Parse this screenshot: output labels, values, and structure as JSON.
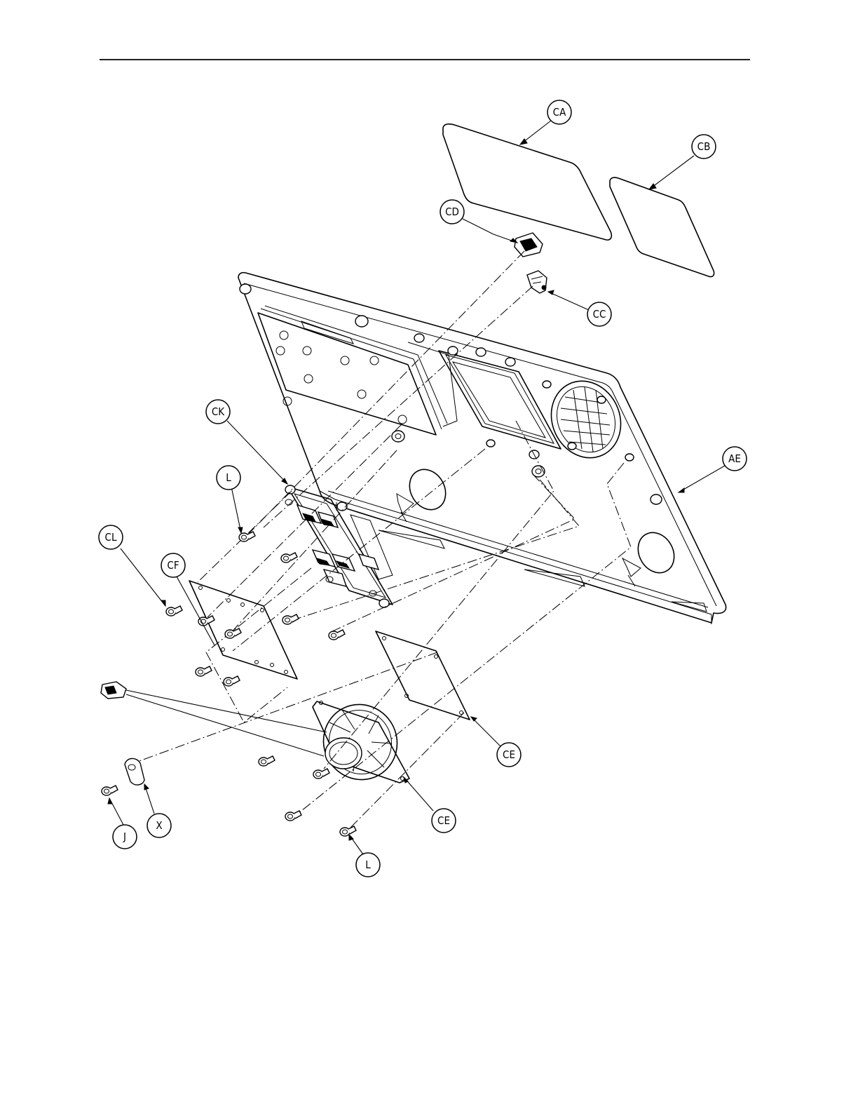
{
  "callouts": [
    {
      "id": "ca",
      "label": "CA"
    },
    {
      "id": "cb",
      "label": "CB"
    },
    {
      "id": "cd",
      "label": "CD"
    },
    {
      "id": "cc",
      "label": "CC"
    },
    {
      "id": "ck",
      "label": "CK"
    },
    {
      "id": "l-top",
      "label": "L"
    },
    {
      "id": "cl",
      "label": "CL"
    },
    {
      "id": "cf",
      "label": "CF"
    },
    {
      "id": "ae",
      "label": "AE"
    },
    {
      "id": "ce-board",
      "label": "CE"
    },
    {
      "id": "ce-speaker",
      "label": "CE"
    },
    {
      "id": "j",
      "label": "J"
    },
    {
      "id": "x",
      "label": "X"
    },
    {
      "id": "l-bottom",
      "label": "L"
    }
  ]
}
